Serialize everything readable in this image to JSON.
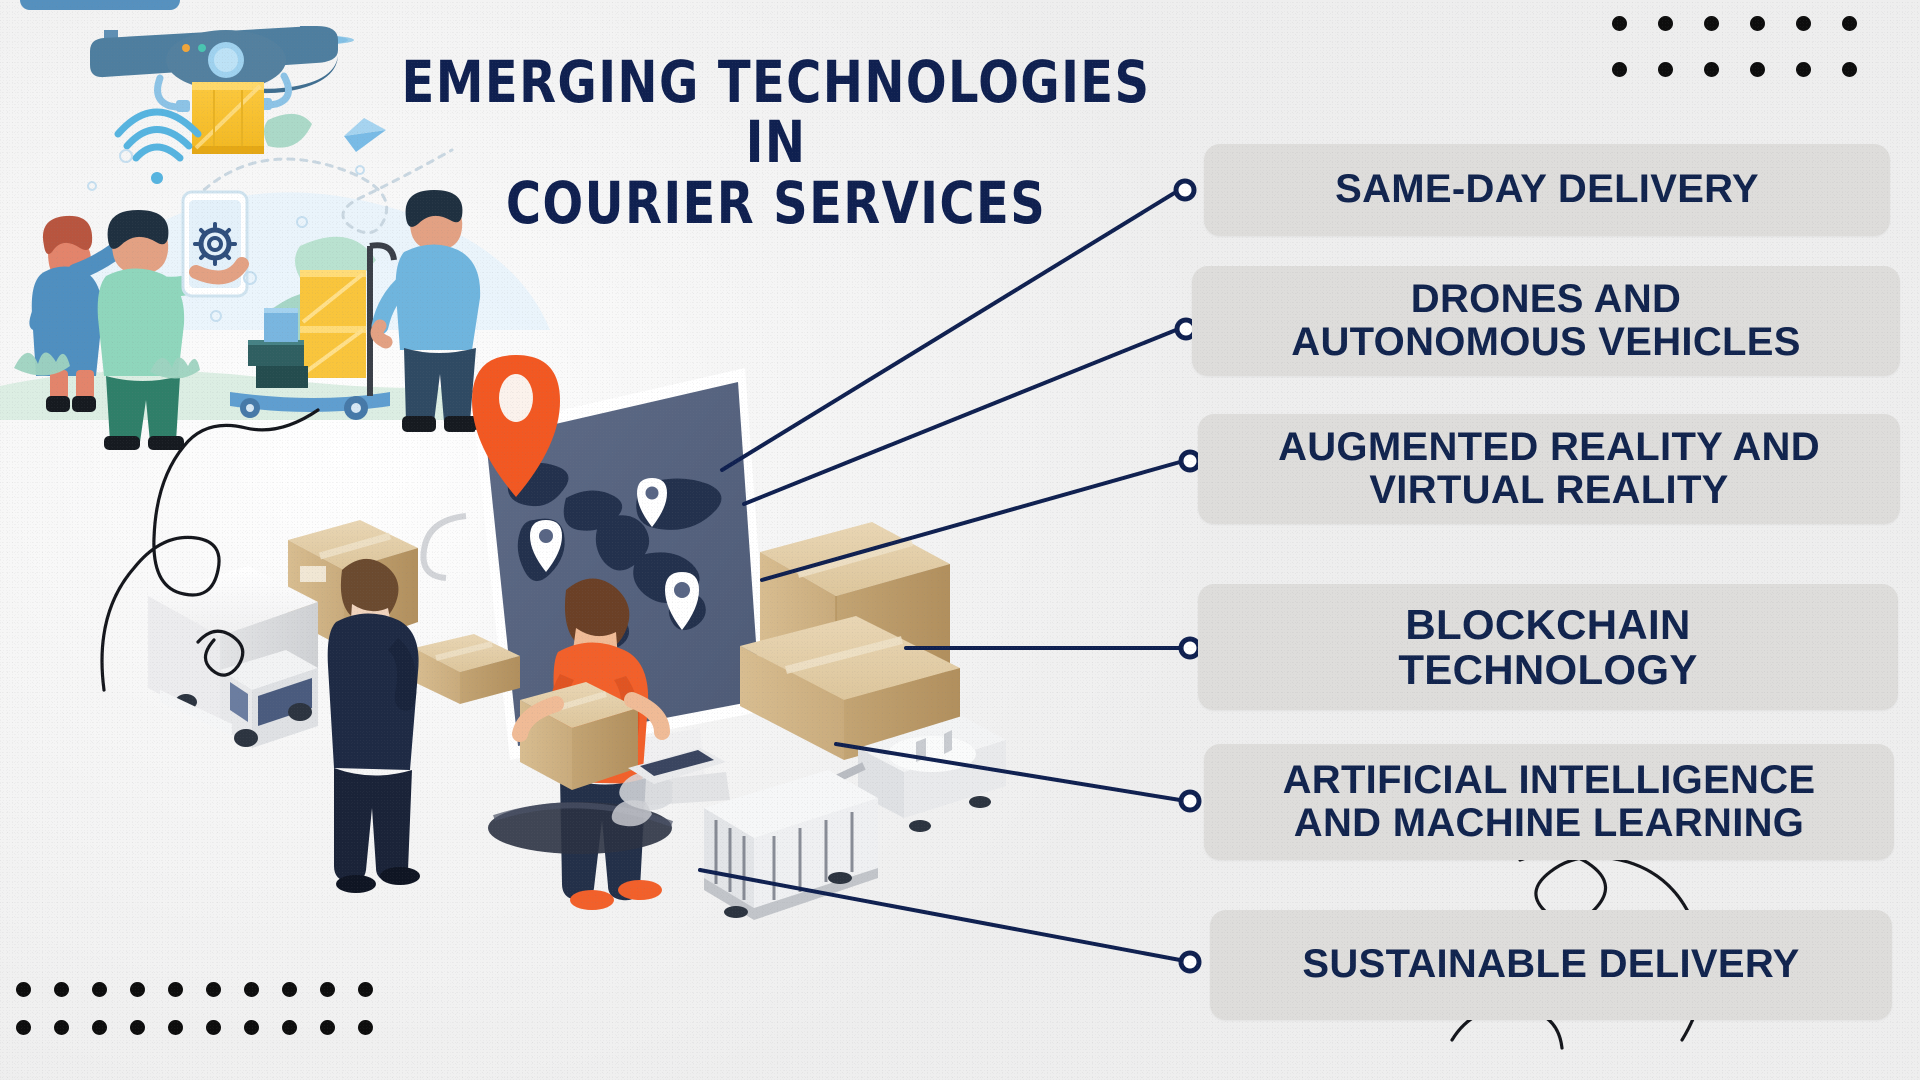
{
  "meta": {
    "kind": "infographic",
    "background_color": "#f0f0f0",
    "accent_navy": "#11244e",
    "label_bg": "#dedddb",
    "orange": "#f05a22"
  },
  "title": {
    "line1": "EMERGING TECHNOLOGIES IN",
    "line2": "COURIER SERVICES",
    "color": "#0f2050"
  },
  "labels": [
    {
      "id": "same-day-delivery",
      "lines": [
        "SAME-DAY DELIVERY"
      ]
    },
    {
      "id": "drones-autonomous-vehicles",
      "lines": [
        "DRONES AND",
        "AUTONOMOUS VEHICLES"
      ]
    },
    {
      "id": "augmented-virtual-reality",
      "lines": [
        "AUGMENTED REALITY AND",
        "VIRTUAL REALITY"
      ]
    },
    {
      "id": "blockchain-technology",
      "lines": [
        "BLOCKCHAIN",
        "TECHNOLOGY"
      ]
    },
    {
      "id": "ai-machine-learning",
      "lines": [
        "ARTIFICIAL INTELLIGENCE",
        "AND MACHINE LEARNING"
      ]
    },
    {
      "id": "sustainable-delivery",
      "lines": [
        "SUSTAINABLE DELIVERY"
      ]
    }
  ],
  "illustration": {
    "scene_top_left": "drone delivering yellow crate, wifi signal, people with smartphone, crates on hand-truck, leaves",
    "scene_center": "isometric monitor showing dark world map with orange location pin and white map pins",
    "scene_left": "isometric white delivery truck, man in navy suit, cardboard parcels",
    "scene_bottom": "isometric white freight train with tank car",
    "courier": "man in orange shirt carrying a cardboard box"
  },
  "decor": {
    "dots_top_right": {
      "cols": 6,
      "rows": 2
    },
    "dots_bottom_left": {
      "cols": 10,
      "rows": 2
    }
  }
}
